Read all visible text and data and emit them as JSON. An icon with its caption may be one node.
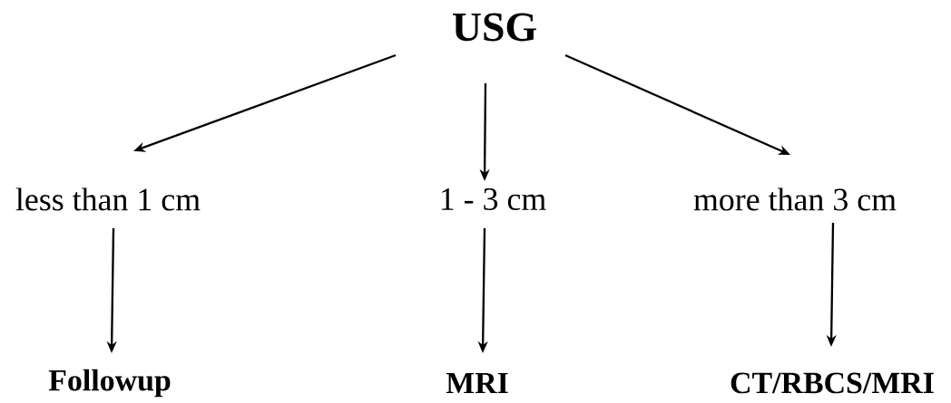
{
  "diagram": {
    "nodes": [
      {
        "text": [
          "USG"
        ]
      },
      {
        "text": [
          "less than 1 cm"
        ]
      },
      {
        "text": [
          "1 - 3 cm"
        ]
      },
      {
        "text": [
          "more than 3 cm"
        ]
      },
      {
        "text": [
          "Followup"
        ]
      },
      {
        "text": [
          "MRI"
        ]
      },
      {
        "text": [
          "CT/RBCS/MRI"
        ]
      }
    ],
    "edges": [
      {
        "from": 0,
        "to": 1,
        "arrow": "to"
      },
      {
        "from": 0,
        "to": 2,
        "arrow": "to"
      },
      {
        "from": 0,
        "to": 3,
        "arrow": "to"
      },
      {
        "from": 1,
        "to": 4,
        "arrow": "to"
      },
      {
        "from": 2,
        "to": 5,
        "arrow": "to"
      },
      {
        "from": 3,
        "to": 6,
        "arrow": "to"
      }
    ]
  }
}
